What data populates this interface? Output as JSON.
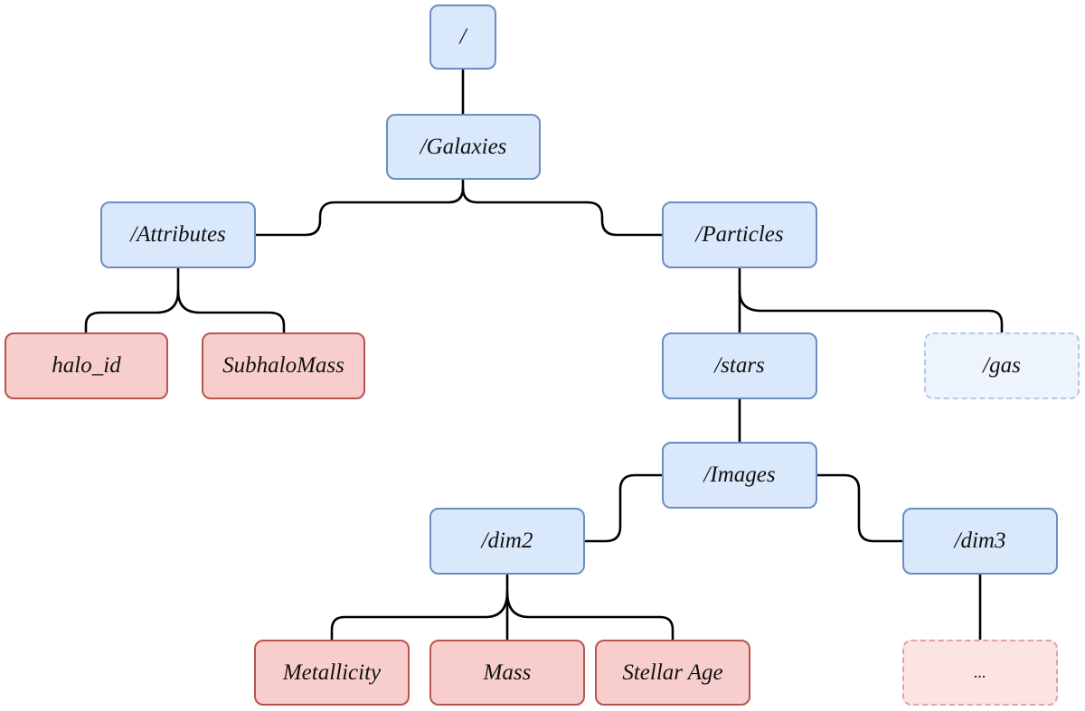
{
  "diagram": {
    "title": "HDF5 file hierarchy",
    "colors": {
      "group_fill": "#dae8fc",
      "group_border": "#6c8ebf",
      "dataset_fill": "#f8cecc",
      "dataset_border": "#b85450",
      "connector": "#000000"
    },
    "nodes": {
      "root": {
        "label": "/",
        "kind": "group"
      },
      "galaxies": {
        "label": "/Galaxies",
        "kind": "group"
      },
      "attributes": {
        "label": "/Attributes",
        "kind": "group"
      },
      "particles": {
        "label": "/Particles",
        "kind": "group"
      },
      "halo_id": {
        "label": "halo_id",
        "kind": "dataset"
      },
      "subhalo_mass": {
        "label": "SubhaloMass",
        "kind": "dataset"
      },
      "stars": {
        "label": "/stars",
        "kind": "group"
      },
      "gas": {
        "label": "/gas",
        "kind": "group-placeholder"
      },
      "images": {
        "label": "/Images",
        "kind": "group"
      },
      "dim2": {
        "label": "/dim2",
        "kind": "group"
      },
      "dim3": {
        "label": "/dim3",
        "kind": "group"
      },
      "metallicity": {
        "label": "Metallicity",
        "kind": "dataset"
      },
      "mass": {
        "label": "Mass",
        "kind": "dataset"
      },
      "stellar_age": {
        "label": "Stellar Age",
        "kind": "dataset"
      },
      "more": {
        "label": "...",
        "kind": "dataset-placeholder"
      }
    },
    "edges": [
      [
        "root",
        "galaxies"
      ],
      [
        "galaxies",
        "attributes"
      ],
      [
        "galaxies",
        "particles"
      ],
      [
        "attributes",
        "halo_id"
      ],
      [
        "attributes",
        "subhalo_mass"
      ],
      [
        "particles",
        "stars"
      ],
      [
        "particles",
        "gas"
      ],
      [
        "stars",
        "images"
      ],
      [
        "images",
        "dim2"
      ],
      [
        "images",
        "dim3"
      ],
      [
        "dim2",
        "metallicity"
      ],
      [
        "dim2",
        "mass"
      ],
      [
        "dim2",
        "stellar_age"
      ],
      [
        "dim3",
        "more"
      ]
    ]
  }
}
